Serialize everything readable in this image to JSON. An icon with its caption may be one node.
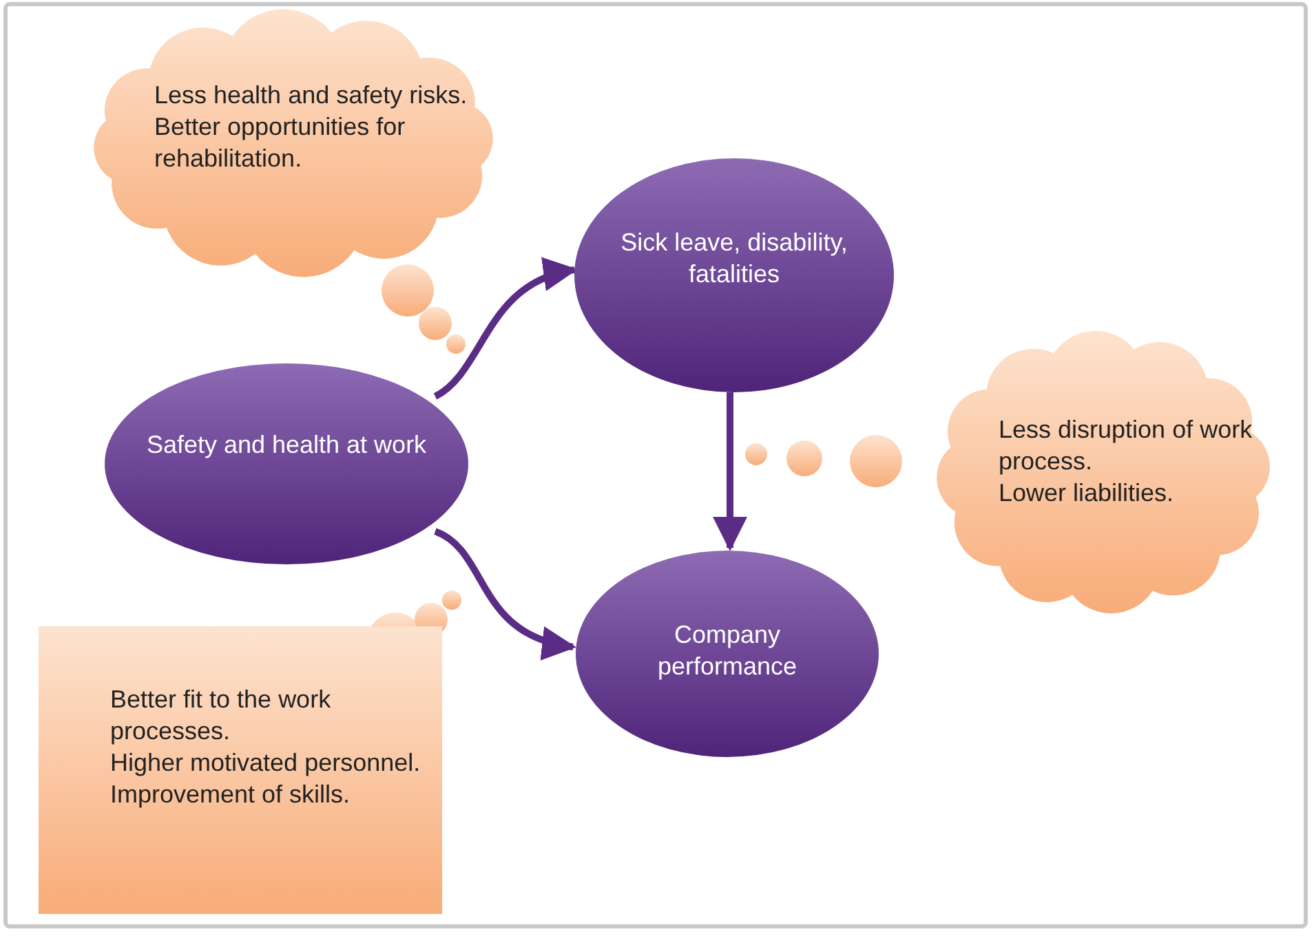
{
  "diagram": {
    "nodes": [
      {
        "text": [
          "Safety and health at work"
        ]
      },
      {
        "text": [
          "Sick leave, disability, fatalities"
        ]
      },
      {
        "text": [
          "Company performance"
        ]
      },
      {
        "text": [
          "Less health and safety risks.",
          "Better opportunities for rehabilitation."
        ]
      },
      {
        "text": [
          "Less disruption of work process.",
          "Lower liabilities."
        ]
      },
      {
        "text": [
          "Better fit to the work processes.",
          "Higher motivated personnel.",
          "Improvement of skills."
        ]
      }
    ],
    "edges": [
      {
        "from": 0,
        "to": 1,
        "arrow": "to"
      },
      {
        "from": 0,
        "to": 2,
        "arrow": "to"
      },
      {
        "from": 1,
        "to": 2,
        "arrow": "to"
      }
    ]
  }
}
